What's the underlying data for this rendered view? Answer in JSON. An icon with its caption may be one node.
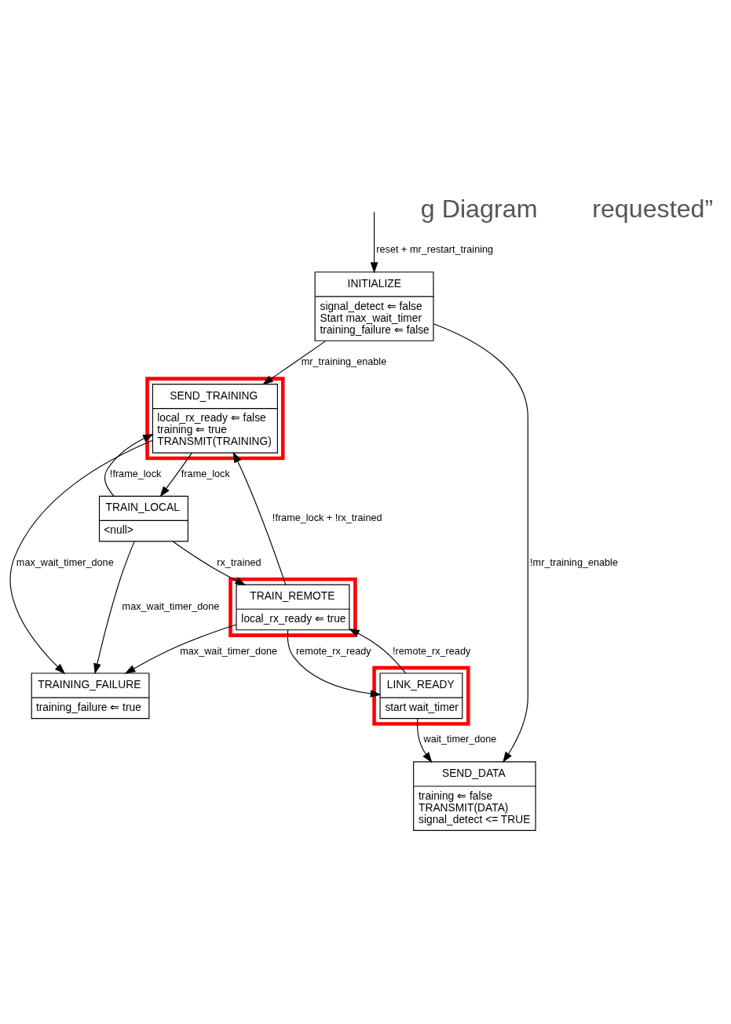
{
  "diagram": {
    "nodes": [
      {
        "text": [
          "INITIALIZE",
          "signal_detect ⇐ false",
          "Start max_wait_timer",
          "training_failure ⇐ false"
        ]
      },
      {
        "text": [],
        "shape": "box"
      },
      {
        "text": [
          "SEND_TRAINING",
          "local_rx_ready ⇐ false",
          "training ⇐ true",
          "TRANSMIT(TRAINING)"
        ],
        "in": 1
      },
      {
        "text": [
          "TRAIN_LOCAL",
          "<null>"
        ]
      },
      {
        "text": [],
        "shape": "box"
      },
      {
        "text": [
          "TRAIN_REMOTE",
          "local_rx_ready ⇐ true"
        ],
        "in": 4
      },
      {
        "text": [],
        "shape": "box"
      },
      {
        "text": [
          "LINK_READY",
          "start wait_timer"
        ],
        "in": 6
      },
      {
        "text": [
          "TRAINING_FAILURE",
          "training_failure ⇐ true"
        ]
      },
      {
        "text": [
          "SEND_DATA",
          "training ⇐ false",
          "TRANSMIT(DATA)",
          "signal_detect <= TRUE"
        ]
      }
    ],
    "edges": [
      {
        "from": null,
        "to": 0,
        "arrow": "to",
        "label": "reset + mr_restart_training"
      },
      {
        "from": 0,
        "to": 2,
        "arrow": "to",
        "label": "mr_training_enable"
      },
      {
        "from": 0,
        "to": 9,
        "arrow": "to",
        "label": "!mr_training_enable"
      },
      {
        "from": 2,
        "to": 3,
        "arrow": "to",
        "label": "frame_lock"
      },
      {
        "from": 2,
        "to": 8,
        "arrow": "to",
        "label": "max_wait_timer_done"
      },
      {
        "from": 3,
        "to": 2,
        "arrow": "to",
        "label": "!frame_lock"
      },
      {
        "from": 3,
        "to": 5,
        "arrow": "to",
        "label": "rx_trained"
      },
      {
        "from": 3,
        "to": 8,
        "arrow": "to",
        "label": "max_wait_timer_done"
      },
      {
        "from": 5,
        "to": 2,
        "arrow": "to",
        "label": "!frame_lock + !rx_trained"
      },
      {
        "from": 5,
        "to": 8,
        "arrow": "to",
        "label": "max_wait_timer_done"
      },
      {
        "from": 5,
        "to": 7,
        "arrow": "to",
        "label": "remote_rx_ready"
      },
      {
        "from": 7,
        "to": 5,
        "arrow": "to",
        "label": "!remote_rx_ready"
      },
      {
        "from": 7,
        "to": 9,
        "arrow": "to",
        "label": "wait_timer_done"
      }
    ],
    "labels": [
      "g Diagram",
      "requested”"
    ]
  }
}
